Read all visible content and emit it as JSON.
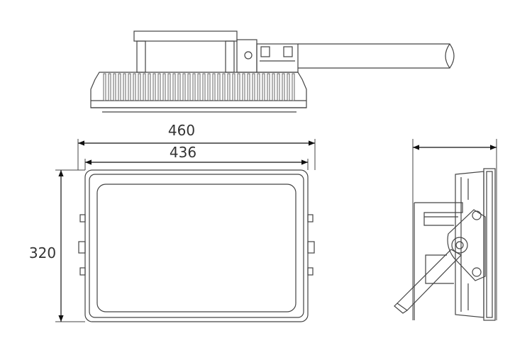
{
  "colors": {
    "line": "#444444",
    "fill": "#ffffff",
    "fin": "#555555",
    "text": "#333333"
  },
  "dimensions": {
    "overall_width": "460",
    "inner_width": "436",
    "height": "320"
  }
}
